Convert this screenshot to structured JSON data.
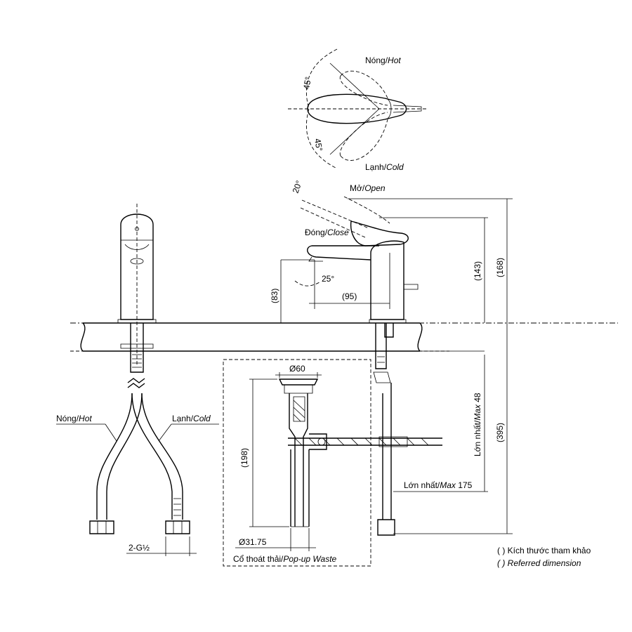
{
  "top_view": {
    "hot": "Nóng/",
    "hot_en": "Hot",
    "cold": "Lạnh/",
    "cold_en": "Cold",
    "angle_hot": "45°",
    "angle_cold": "45°"
  },
  "side_view": {
    "open": "Mở/",
    "open_en": "Open",
    "close": "Đóng/",
    "close_en": "Close",
    "angle_open": "20°",
    "angle_spout": "25°",
    "dim_83": "(83)",
    "dim_95": "(95)",
    "dim_143": "(143)",
    "dim_168": "(168)",
    "dim_395": "(395)",
    "max48": "Lớn nhất/",
    "max48_en": "Max",
    "max48_val": " 48",
    "max175": "Lớn nhất/",
    "max175_en": "Max",
    "max175_val": " 175"
  },
  "front_view": {
    "hot": "Nóng/",
    "hot_en": "Hot",
    "cold": "Lạnh/",
    "cold_en": "Cold",
    "thread": "2-G½"
  },
  "waste": {
    "dia60": "Ø60",
    "dim198": "(198)",
    "dia3175": "Ø31.75",
    "label": "Cổ thoát thải/",
    "label_en": "Pop-up Waste"
  },
  "note": {
    "line1": "( ) Kích thước tham khảo",
    "line2": "( ) Referred dimension"
  }
}
